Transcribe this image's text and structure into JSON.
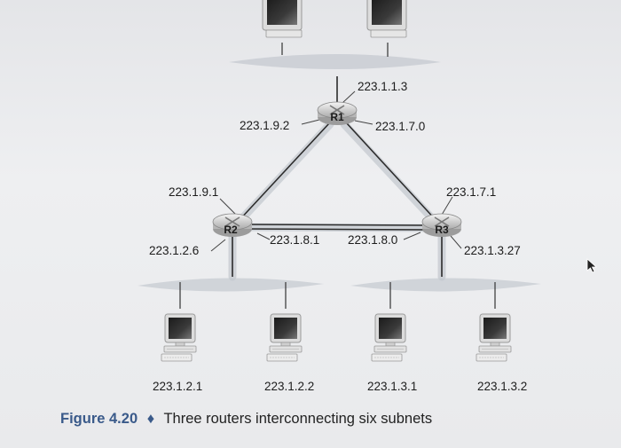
{
  "colors": {
    "accent": "#3a5a8a",
    "link": "#2b2b2b",
    "subnet_band": "#c9cdd3"
  },
  "routers": [
    {
      "id": "r1",
      "label": "R1"
    },
    {
      "id": "r2",
      "label": "R2"
    },
    {
      "id": "r3",
      "label": "R3"
    }
  ],
  "interfaces": {
    "r1_top": "223.1.1.3",
    "r1_left": "223.1.9.2",
    "r1_right": "223.1.7.0",
    "r2_top": "223.1.9.1",
    "r2_right": "223.1.8.1",
    "r2_left": "223.1.2.6",
    "r3_top": "223.1.7.1",
    "r3_left": "223.1.8.0",
    "r3_right": "223.1.3.27"
  },
  "hosts": [
    {
      "id": "h1",
      "address": "223.1.2.1"
    },
    {
      "id": "h2",
      "address": "223.1.2.2"
    },
    {
      "id": "h3",
      "address": "223.1.3.1"
    },
    {
      "id": "h4",
      "address": "223.1.3.2"
    }
  ],
  "caption": {
    "figure": "Figure 4.20",
    "separator": "♦",
    "text": "Three routers interconnecting six subnets"
  }
}
